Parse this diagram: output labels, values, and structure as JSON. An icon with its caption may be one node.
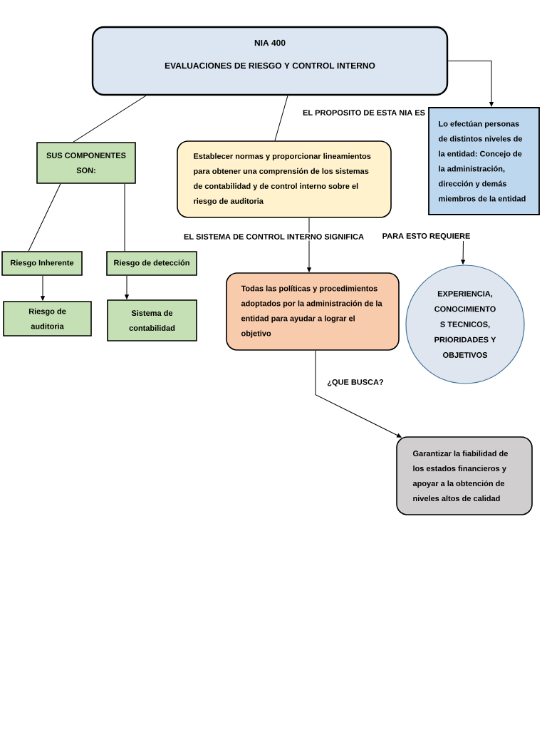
{
  "diagram": {
    "nodes": [
      {
        "text": [
          "NIA 400",
          "EVALUACIONES DE RIESGO Y CONTROL INTERNO"
        ]
      },
      {
        "text": [
          "SUS COMPONENTES SON:"
        ]
      },
      {
        "text": [
          "Establecer normas y proporcionar lineamientos para obtener una comprensión de los sistemas de contabilidad y de control interno sobre el riesgo de auditoria"
        ]
      },
      {
        "text": [
          "Lo efectúan personas de distintos niveles de la entidad: Concejo de la administración, dirección y demás miembros de la entidad"
        ]
      },
      {
        "text": [
          "Riesgo Inherente"
        ]
      },
      {
        "text": [
          "Riesgo de detección"
        ]
      },
      {
        "text": [
          "PARA ESTO REQUIERE"
        ]
      },
      {
        "text": [
          "Riesgo de auditoria"
        ]
      },
      {
        "text": [
          "Sistema de contabilidad"
        ]
      },
      {
        "text": [
          "Todas las políticas y procedimientos adoptados por la administración de la entidad para ayudar a lograr el objetivo"
        ]
      },
      {
        "text": [
          "EXPERIENCIA, CONOCIMIENTO S TECNICOS, PRIORIDADES Y OBJETIVOS"
        ]
      },
      {
        "text": [
          "Garantizar la fiabilidad de los estados financieros y apoyar a la obtención de niveles altos de calidad"
        ]
      }
    ],
    "edges": [
      {
        "from": 0,
        "to": 1,
        "arrow": "none"
      },
      {
        "from": 0,
        "to": 2,
        "arrow": "none",
        "label": "EL PROPOSITO DE ESTA NIA ES"
      },
      {
        "from": 0,
        "to": 3,
        "arrow": "to"
      },
      {
        "from": 1,
        "to": 4,
        "arrow": "none"
      },
      {
        "from": 1,
        "to": 5,
        "arrow": "none"
      },
      {
        "from": 4,
        "to": 7,
        "arrow": "to"
      },
      {
        "from": 5,
        "to": 8,
        "arrow": "to"
      },
      {
        "from": 2,
        "to": 9,
        "arrow": "to",
        "label": "EL SISTEMA DE CONTROL INTERNO SIGNIFICA"
      },
      {
        "from": 6,
        "to": 10,
        "arrow": "to"
      },
      {
        "from": 9,
        "to": 11,
        "arrow": "to",
        "label": "¿QUE BUSCA?"
      }
    ]
  }
}
